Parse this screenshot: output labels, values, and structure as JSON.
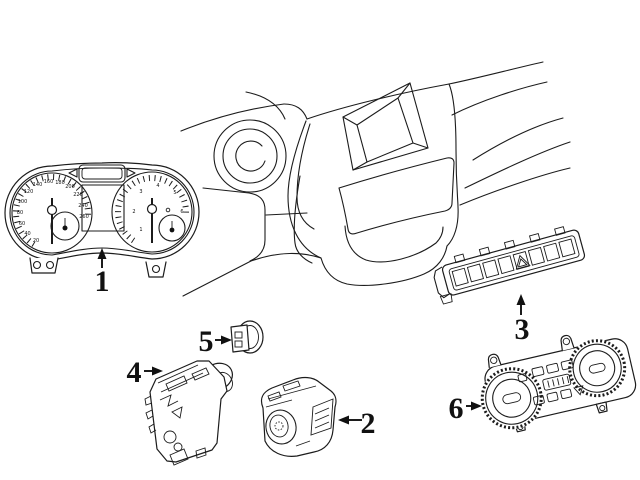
{
  "colors": {
    "line": "#1c1c1c",
    "background": "#ffffff"
  },
  "cluster": {
    "speedometer": {
      "labels": [
        "20",
        "40",
        "60",
        "80",
        "100",
        "120",
        "140",
        "160",
        "180",
        "200",
        "220",
        "240",
        "260"
      ]
    },
    "tachometer": {
      "labels": [
        "1",
        "2",
        "3",
        "4",
        "5",
        "6"
      ]
    }
  },
  "callouts": [
    {
      "label": "1",
      "part": "instrument-cluster"
    },
    {
      "label": "2",
      "part": "steering-column-switch-module"
    },
    {
      "label": "3",
      "part": "center-switch-panel"
    },
    {
      "label": "4",
      "part": "headlamp-switch"
    },
    {
      "label": "5",
      "part": "push-button-switch"
    },
    {
      "label": "6",
      "part": "climate-control-unit"
    }
  ]
}
